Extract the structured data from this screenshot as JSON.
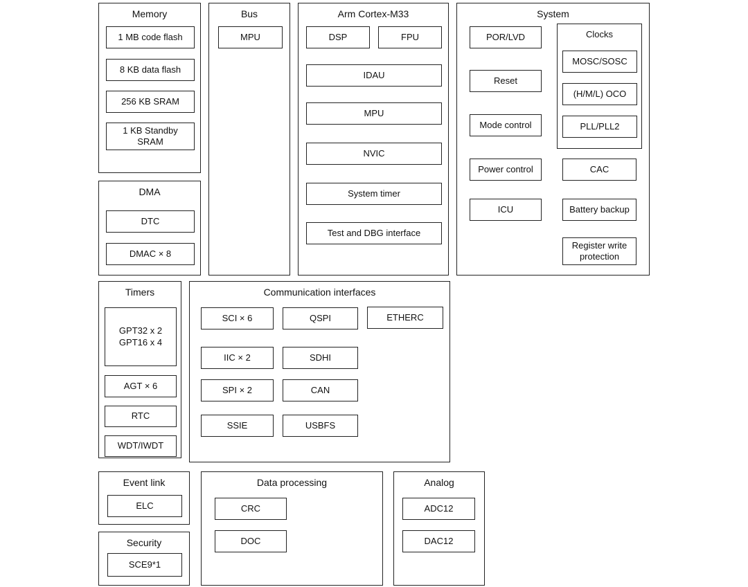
{
  "groups": {
    "memory": {
      "title": "Memory",
      "code_flash": "1 MB code flash",
      "data_flash": "8 KB data flash",
      "sram": "256 KB SRAM",
      "standby_sram": "1 KB Standby\nSRAM"
    },
    "dma": {
      "title": "DMA",
      "dtc": "DTC",
      "dmac": "DMAC × 8"
    },
    "bus": {
      "title": "Bus",
      "mpu": "MPU"
    },
    "cortex": {
      "title": "Arm Cortex-M33",
      "dsp": "DSP",
      "fpu": "FPU",
      "idau": "IDAU",
      "mpu": "MPU",
      "nvic": "NVIC",
      "system_timer": "System timer",
      "test_dbg": "Test and DBG interface"
    },
    "system": {
      "title": "System",
      "por_lvd": "POR/LVD",
      "reset": "Reset",
      "mode_control": "Mode control",
      "power_control": "Power control",
      "icu": "ICU",
      "clocks": {
        "title": "Clocks",
        "mosc_sosc": "MOSC/SOSC",
        "oco": "(H/M/L) OCO",
        "pll": "PLL/PLL2"
      },
      "cac": "CAC",
      "battery_backup": "Battery backup",
      "reg_write_protection": "Register write\nprotection"
    },
    "timers": {
      "title": "Timers",
      "gpt": "GPT32 x 2\nGPT16 x 4",
      "agt": "AGT × 6",
      "rtc": "RTC",
      "wdt": "WDT/IWDT"
    },
    "comm": {
      "title": "Communication interfaces",
      "sci": "SCI × 6",
      "qspi": "QSPI",
      "etherc": "ETHERC",
      "iic": "IIC × 2",
      "sdhi": "SDHI",
      "spi": "SPI × 2",
      "can": "CAN",
      "ssie": "SSIE",
      "usbfs": "USBFS"
    },
    "event_link": {
      "title": "Event link",
      "elc": "ELC"
    },
    "security": {
      "title": "Security",
      "sce": "SCE9*1"
    },
    "data_processing": {
      "title": "Data processing",
      "crc": "CRC",
      "doc": "DOC"
    },
    "analog": {
      "title": "Analog",
      "adc": "ADC12",
      "dac": "DAC12"
    }
  }
}
